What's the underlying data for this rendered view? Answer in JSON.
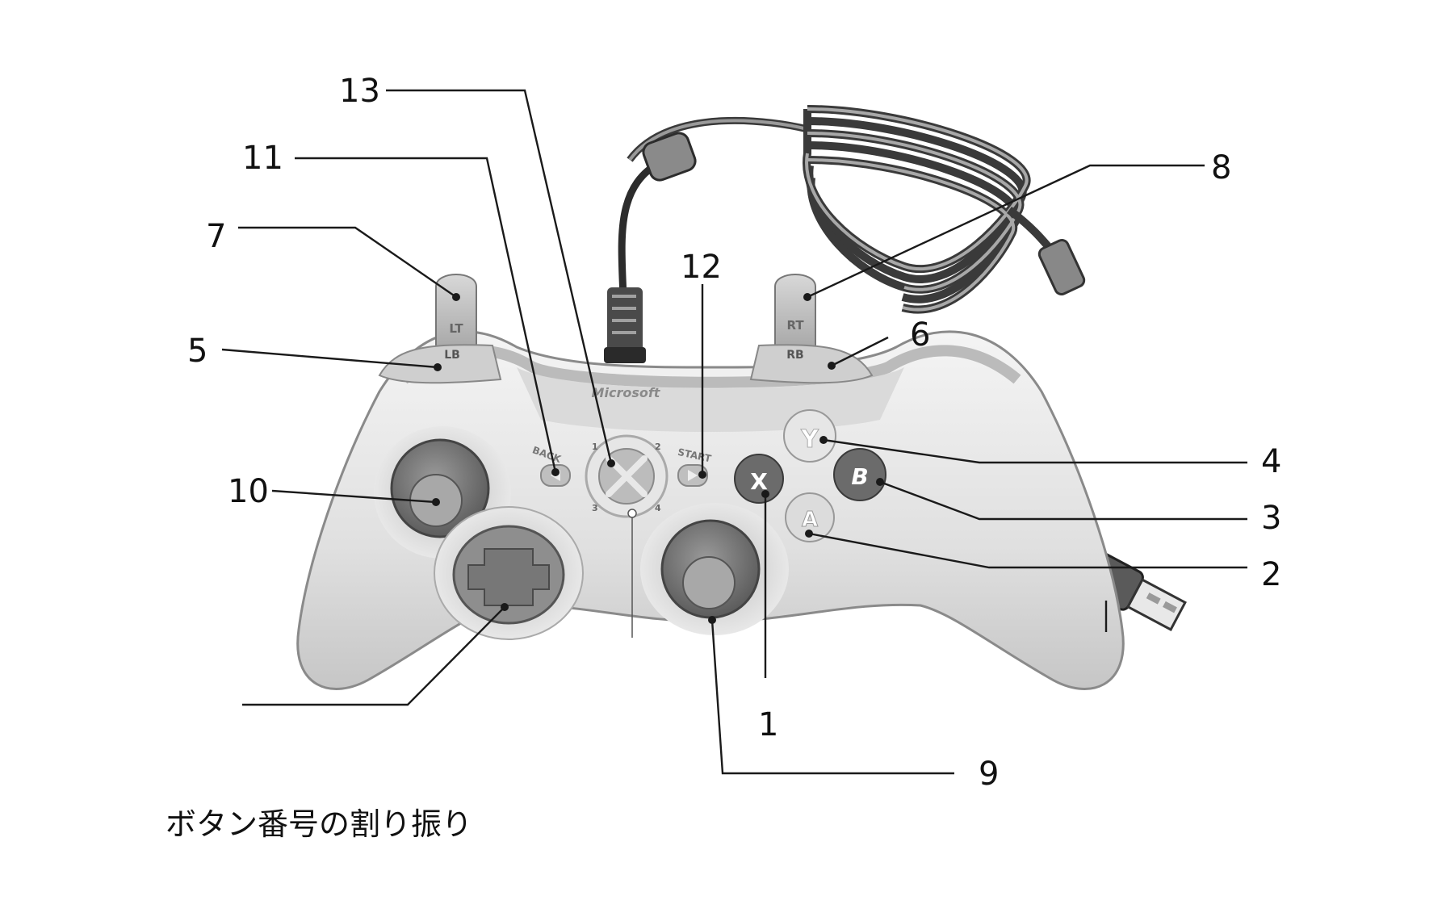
{
  "caption": "ボタン番号の割り振り",
  "brand": "Microsoft",
  "controller_labels": {
    "lt": "LT",
    "rt": "RT",
    "lb": "LB",
    "rb": "RB",
    "back": "BACK",
    "start": "START",
    "y": "Y",
    "x": "X",
    "b": "B",
    "a": "A",
    "ring": [
      "1",
      "2",
      "3",
      "4"
    ]
  },
  "callouts": [
    {
      "id": "a-button",
      "number": "1"
    },
    {
      "id": "a-button-alt",
      "number": "2"
    },
    {
      "id": "b-button",
      "number": "3"
    },
    {
      "id": "y-button",
      "number": "4"
    },
    {
      "id": "left-bumper",
      "number": "5"
    },
    {
      "id": "right-bumper",
      "number": "6"
    },
    {
      "id": "left-trigger",
      "number": "7"
    },
    {
      "id": "right-trigger",
      "number": "8"
    },
    {
      "id": "right-stick",
      "number": "9"
    },
    {
      "id": "left-stick",
      "number": "10"
    },
    {
      "id": "back-button",
      "number": "11"
    },
    {
      "id": "start-button",
      "number": "12"
    },
    {
      "id": "guide-button",
      "number": "13"
    }
  ],
  "colors": {
    "body": "#e2e2e2",
    "body_shadow": "#bdbdbd",
    "stick": "#7a7a7a",
    "face_button_dark": "#6b6b6b",
    "face_button_light": "#dcdcdc",
    "lines": "#1a1a1a"
  }
}
